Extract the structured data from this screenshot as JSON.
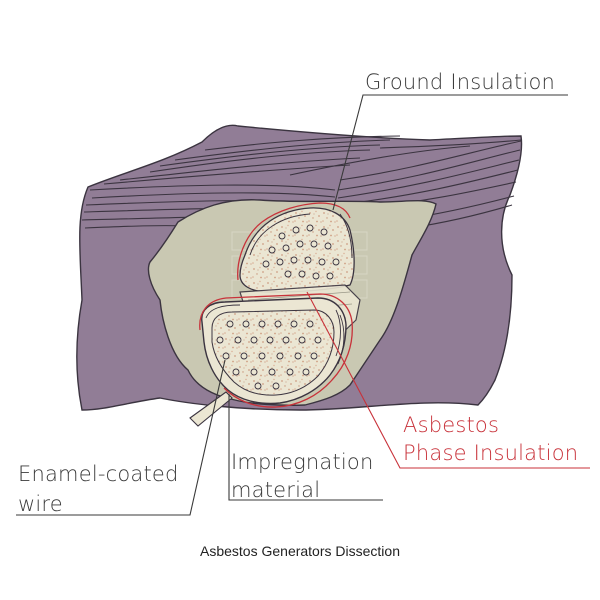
{
  "labels": {
    "ground_insulation": "Ground Insulation",
    "asbestos_phase_line1": "Asbestos",
    "asbestos_phase_line2": "Phase Insulation",
    "impregnation_line1": "Impregnation",
    "impregnation_line2": "material",
    "enamel_line1": "Enamel-coated",
    "enamel_line2": "wire"
  },
  "caption": "Asbestos Generators Dissection",
  "colors": {
    "stator_purple": "#917d96",
    "stator_outline": "#3b3440",
    "impregnation_fill": "#c9c8b2",
    "insulation_cream": "#ebe6d3",
    "speckle": "#cf9f84",
    "phase_red": "#c8323a",
    "leader_dark": "#3a3a3a"
  }
}
